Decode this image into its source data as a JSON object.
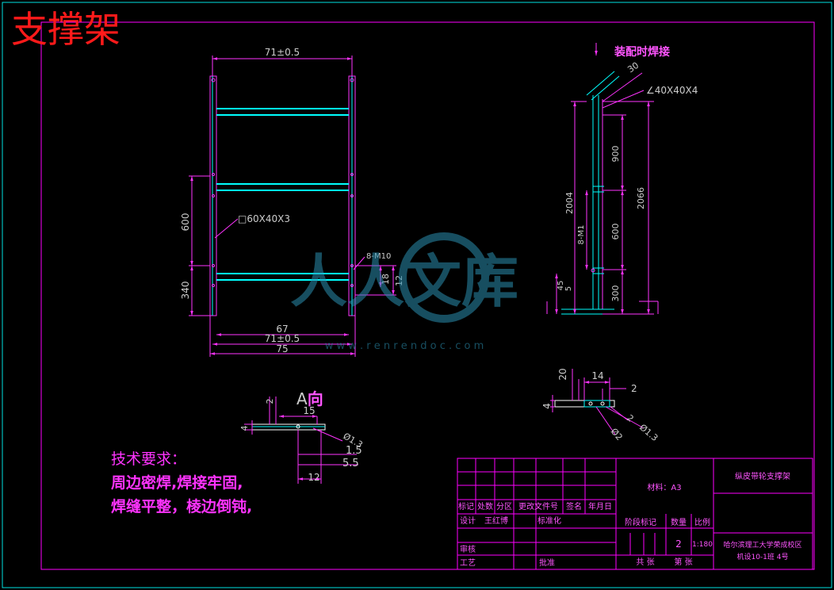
{
  "title": "支撑架",
  "tech_requirements": {
    "heading": "技术要求：",
    "line1": "周边密焊,焊接牢固,",
    "line2": "焊缝平整，棱边倒钝,"
  },
  "view_label": {
    "prefix": "A",
    "suffix": "向"
  },
  "front_view": {
    "dim_top": "71±0.5",
    "dim_600": "600",
    "dim_340": "340",
    "section_label": "□60X40X3",
    "holes_label": "8-M10",
    "dim_18": "18",
    "dim_12": "12",
    "dim_67": "67",
    "dim_71_bottom": "71±0.5",
    "dim_75": "75"
  },
  "side_view": {
    "weld_note": "装配时焊接",
    "dim_30": "30",
    "angle_label": "∠40X40X4",
    "dim_900": "900",
    "dim_2004": "2004",
    "dim_2066": "2066",
    "dim_600": "600",
    "dim_m1": "8-M1",
    "dim_45": "45",
    "dim_5": "5",
    "dim_300": "300"
  },
  "detail_a": {
    "dim_2": "2",
    "dim_15": "15",
    "dim_4": "4",
    "dim_13": "Ø1.3",
    "dim_1_5": "1.5",
    "dim_5_5": "5.5",
    "dim_12": "12"
  },
  "detail_b": {
    "dim_20": "20",
    "dim_14": "14",
    "dim_2": "2",
    "dim_4": "4",
    "dim_2b": "2",
    "dim_d2": "Ø2",
    "dim_13": "Ø1.3"
  },
  "title_block": {
    "material": "材料：A3",
    "part_name": "纵皮带轮支撑架",
    "row_labels": [
      "标记",
      "处数",
      "分区",
      "更改文件号",
      "签名",
      "年月日"
    ],
    "design_label": "设计",
    "designer": "王红博",
    "standardize_label": "标准化",
    "stage_label": "阶段标记",
    "qty_label": "数量",
    "scale_label": "比例",
    "qty": "2",
    "scale": "1:180",
    "review_label": "审核",
    "process_label": "工艺",
    "approve_label": "批准",
    "sheets_total": "共  张",
    "sheet_no": "第  张",
    "school_line1": "哈尔滨理工大学荣成校区",
    "school_line2": "机设10-1班  4号"
  },
  "watermark": {
    "text": "人人文库",
    "url": "w w w . r e n r e n d o c . c o m"
  },
  "colors": {
    "border": "#00e0e0",
    "dim": "#ff33ff",
    "frame": "#ff00ff",
    "part": "#00ffff",
    "accent": "#ff1a1a"
  }
}
